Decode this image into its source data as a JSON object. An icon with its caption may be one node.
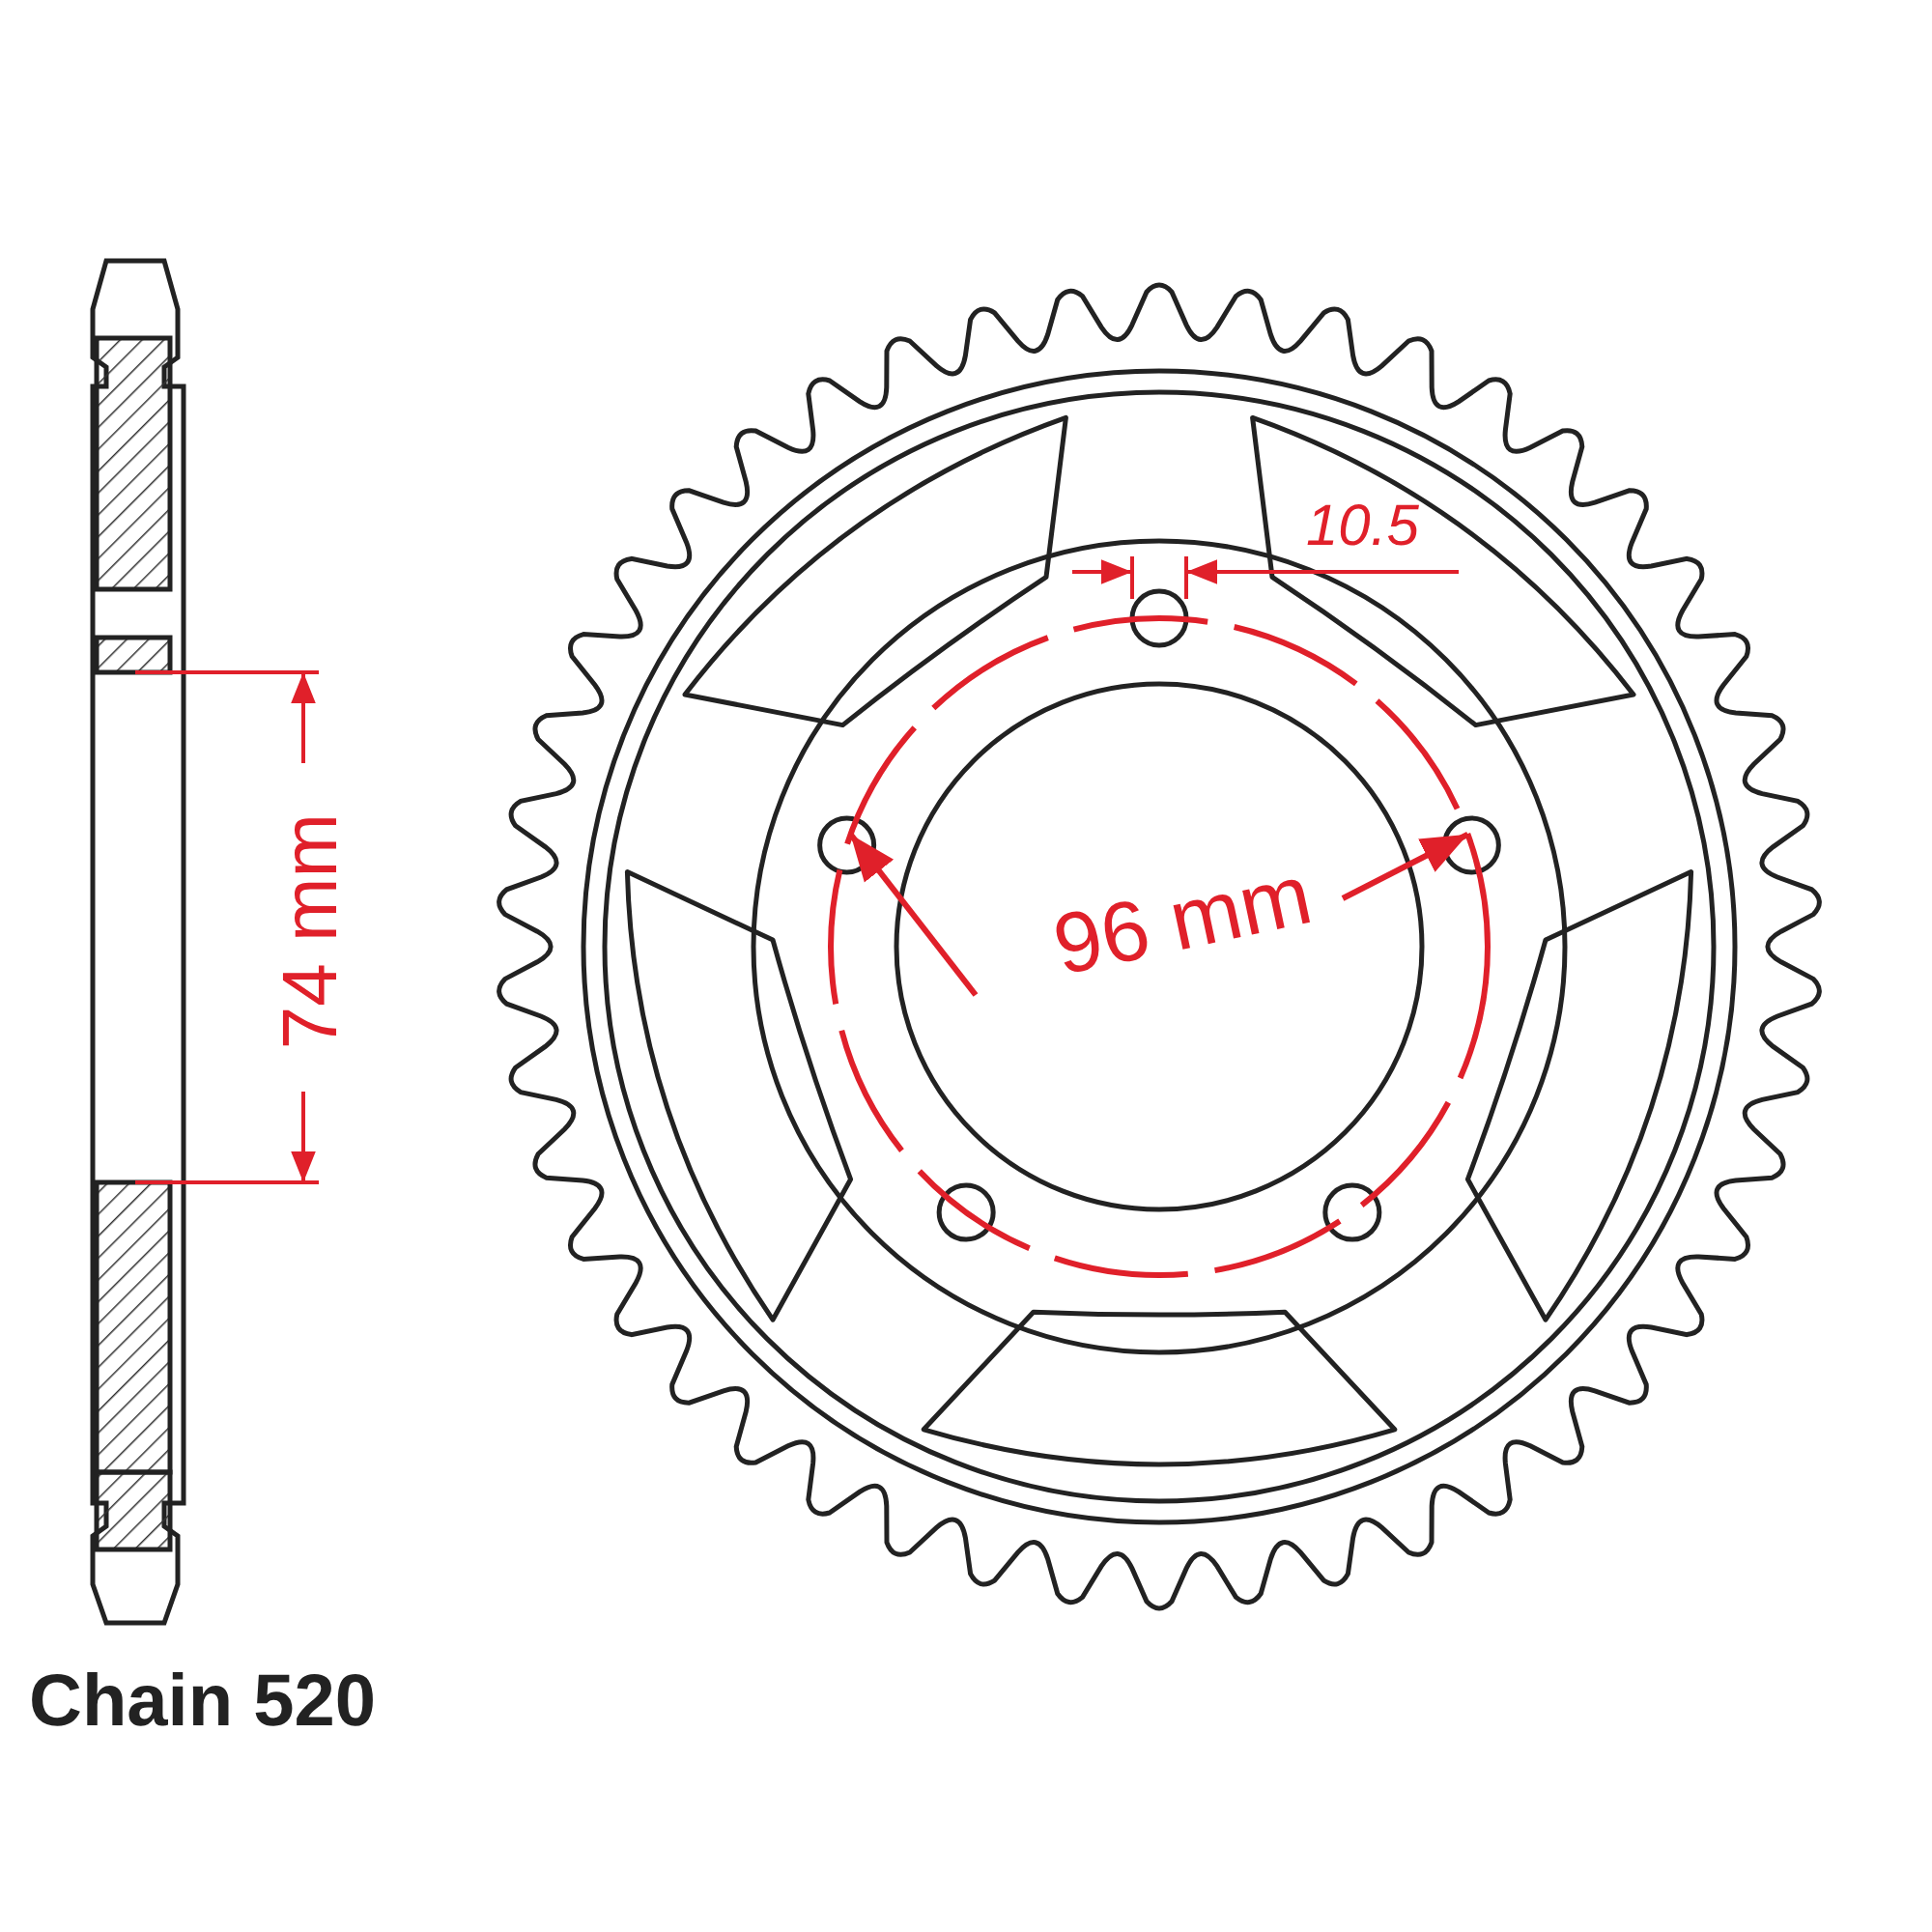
{
  "diagram": {
    "labels": [
      "10.5",
      "74 mm",
      "96 mm",
      "Chain 520"
    ]
  }
}
